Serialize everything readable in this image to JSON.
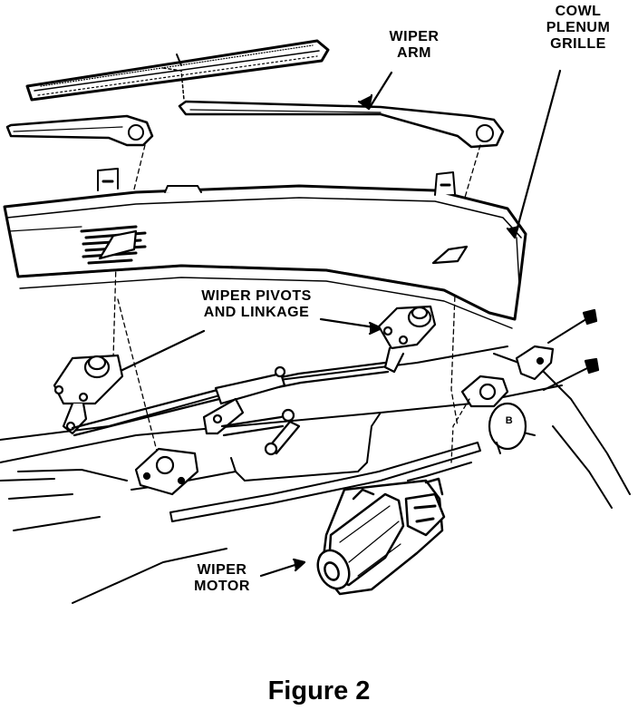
{
  "figure": {
    "caption": "Figure 2",
    "labels": {
      "wiper_arm": [
        "WIPER",
        "ARM"
      ],
      "cowl_plenum_grille": [
        "COWL",
        "PLENUM",
        "GRILLE"
      ],
      "wiper_pivots_and_linkage": [
        "WIPER PIVOTS",
        "AND LINKAGE"
      ],
      "wiper_motor": [
        "WIPER",
        "MOTOR"
      ]
    },
    "callout_letters": [
      "B"
    ],
    "colors": {
      "ink": "#000000",
      "paper": "#ffffff"
    }
  }
}
